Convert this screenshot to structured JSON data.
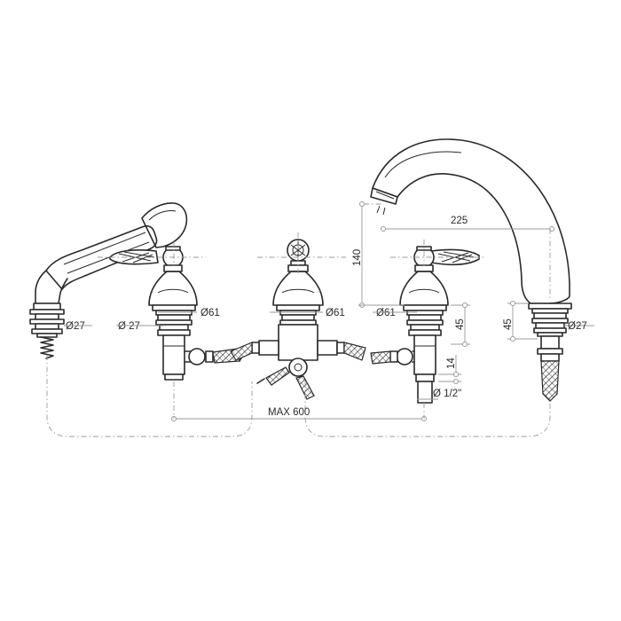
{
  "diagram": {
    "labels": {
      "hand_shower_dia": "Ø27",
      "left_valve_dia_a": "Ø 27",
      "left_valve_dia_b": "Ø61",
      "diverter_dia": "Ø61",
      "right_valve_dia": "Ø61",
      "right_valve_height": "45",
      "nut_height": "14",
      "thread": "Ø 1/2\"",
      "spout_height": "140",
      "spout_reach": "225",
      "spout_base_height": "45",
      "spout_dia": "Ø27",
      "max_distance": "MAX 600"
    },
    "colors": {
      "line": "#2a2a2a",
      "dimension": "#9a9a9a"
    }
  }
}
